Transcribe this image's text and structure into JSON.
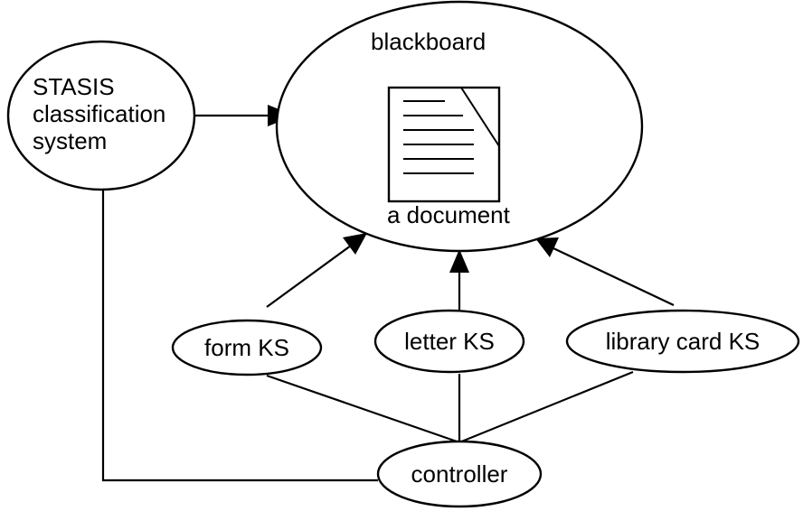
{
  "nodes": {
    "stasis": {
      "line1": "STASIS",
      "line2": "classification",
      "line3": "system"
    },
    "blackboard": {
      "label": "blackboard",
      "document_label": "a document"
    },
    "form_ks": {
      "label": "form KS"
    },
    "letter_ks": {
      "label": "letter KS"
    },
    "library_card_ks": {
      "label": "library card KS"
    },
    "controller": {
      "label": "controller"
    }
  }
}
